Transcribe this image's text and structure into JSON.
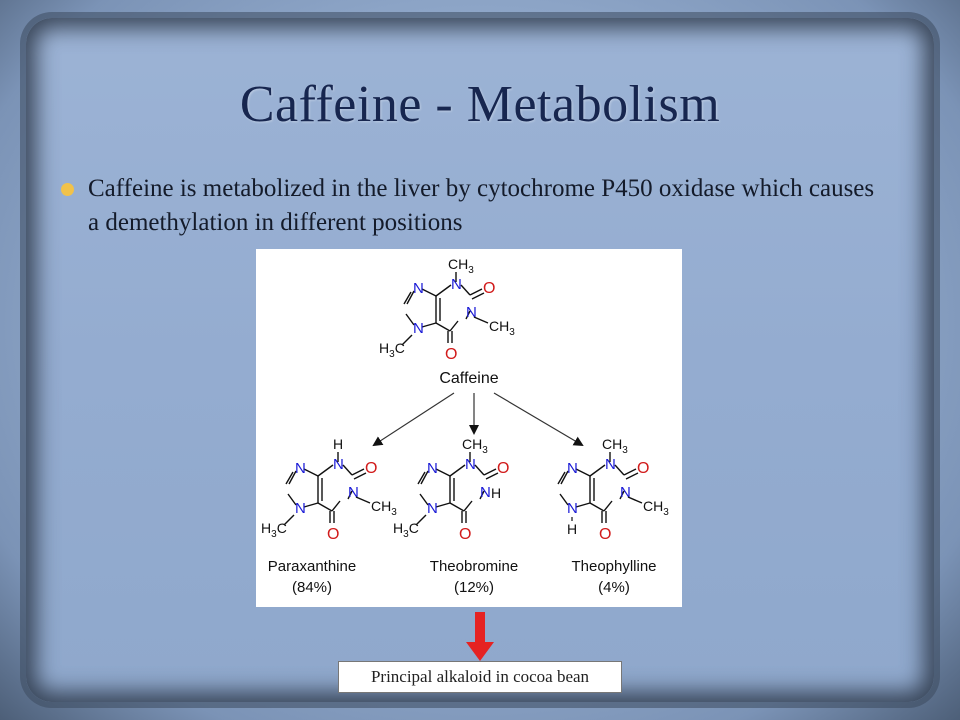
{
  "slide": {
    "title": "Caffeine - Metabolism",
    "bullet": "Caffeine is metabolized in the liver by cytochrome P450 oxidase which causes a demethylation in different positions",
    "bullet_color": "#f1c24a",
    "title_color": "#17264f"
  },
  "diagram": {
    "parent": {
      "name": "Caffeine",
      "labels": {
        "top_methyl": "CH",
        "right_methyl": "CH",
        "left_methyl": "H",
        "left_methyl_c": "C"
      }
    },
    "products": [
      {
        "name": "Paraxanthine",
        "percent": "(84%)",
        "top_group": "H",
        "right_methyl": "CH",
        "left_methyl": "H",
        "left_methyl_c": "C"
      },
      {
        "name": "Theobromine",
        "percent": "(12%)",
        "top_group": "CH",
        "right_group": "H",
        "left_methyl": "H",
        "left_methyl_c": "C"
      },
      {
        "name": "Theophylline",
        "percent": "(4%)",
        "top_group": "CH",
        "right_methyl": "CH",
        "bottom_h": "H"
      }
    ],
    "atoms": {
      "N": "N",
      "O": "O",
      "sub3": "3"
    },
    "colors": {
      "nitrogen": "#1a1ad6",
      "oxygen": "#d11a1a",
      "bond": "#111111"
    }
  },
  "callout": {
    "text": "Principal alkaloid in cocoa bean",
    "arrow_color": "#e52222"
  }
}
